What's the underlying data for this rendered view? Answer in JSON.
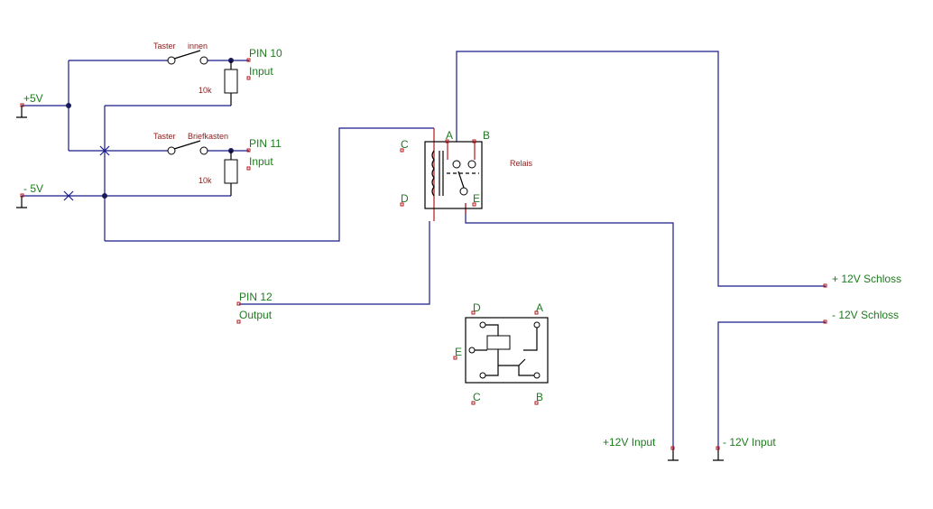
{
  "supply": {
    "plus_5v": "+5V",
    "minus_5v": "- 5V"
  },
  "switches": {
    "taster1_a": "Taster",
    "taster1_b": "innen",
    "taster2_a": "Taster",
    "taster2_b": "Briefkasten"
  },
  "resistors": {
    "r1": "10k",
    "r2": "10k"
  },
  "pins": {
    "pin10": "PIN 10",
    "pin10_mode": "Input",
    "pin11": "PIN 11",
    "pin11_mode": "Input",
    "pin12": "PIN 12",
    "pin12_mode": "Output"
  },
  "relay": {
    "name": "Relais",
    "terminals": {
      "a": "A",
      "b": "B",
      "c": "C",
      "d": "D",
      "e": "E"
    }
  },
  "footprint": {
    "d": "D",
    "a": "A",
    "e": "E",
    "c": "C",
    "b": "B"
  },
  "outputs": {
    "plus_12v_schloss": "+ 12V Schloss",
    "minus_12v_schloss": "- 12V Schloss",
    "plus_12v_input": "+12V Input",
    "minus_12v_input": "- 12V Input"
  },
  "colors": {
    "wire": "#1a1a8c",
    "pin": "#b4161b",
    "label": "#1e7a1e",
    "component_text": "#8b1a1a"
  }
}
